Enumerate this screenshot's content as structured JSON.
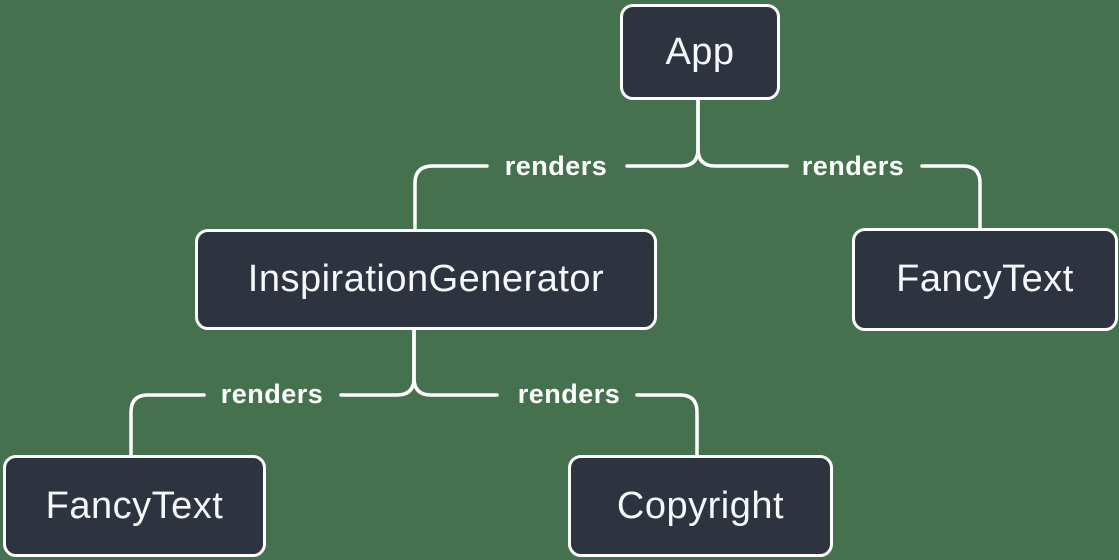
{
  "diagram": {
    "type": "render-tree",
    "edge_label_text": "renders",
    "colors": {
      "background": "#46714E",
      "node_fill": "#2D3440",
      "node_border": "#FFFFFF",
      "node_text": "#F6F7F9",
      "edge": "#FFFFFF"
    },
    "nodes": [
      {
        "id": "app",
        "label": "App"
      },
      {
        "id": "inspiration-generator",
        "label": "InspirationGenerator"
      },
      {
        "id": "fancy-text-top-right",
        "label": "FancyText"
      },
      {
        "id": "fancy-text-bottom-left",
        "label": "FancyText"
      },
      {
        "id": "copyright",
        "label": "Copyright"
      }
    ],
    "edges": [
      {
        "from": "App",
        "to": "InspirationGenerator",
        "label": "renders"
      },
      {
        "from": "App",
        "to": "FancyText",
        "label": "renders"
      },
      {
        "from": "InspirationGenerator",
        "to": "FancyText",
        "label": "renders"
      },
      {
        "from": "InspirationGenerator",
        "to": "Copyright",
        "label": "renders"
      }
    ]
  }
}
